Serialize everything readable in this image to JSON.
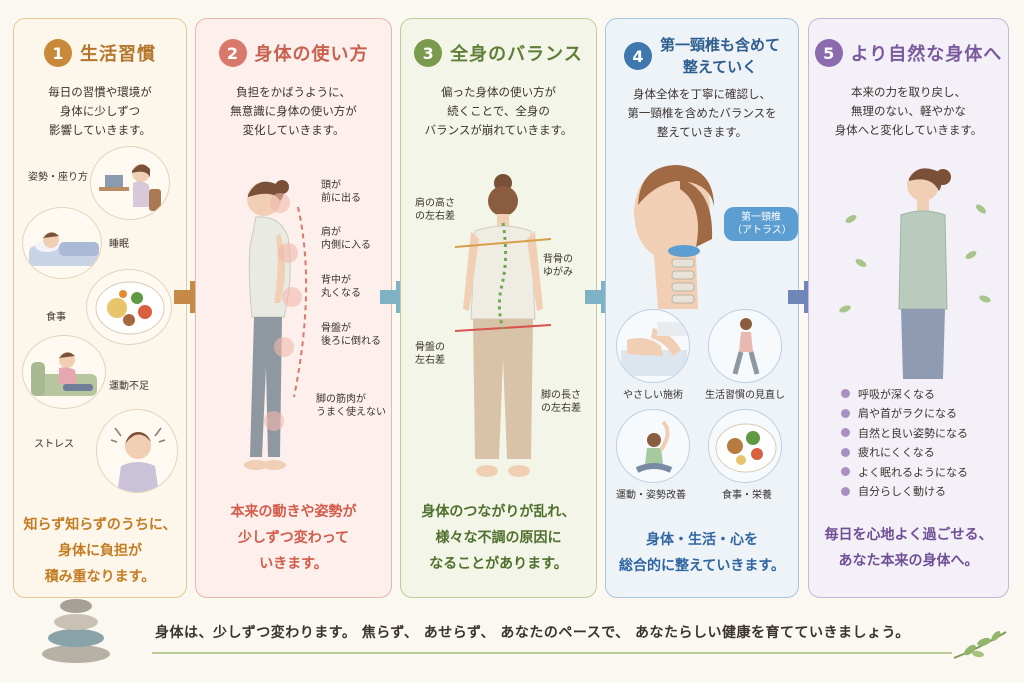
{
  "steps": [
    {
      "number": "1",
      "title": "生活習慣",
      "desc": [
        "毎日の習慣や環境が",
        "身体に少しずつ",
        "影響していきます。"
      ],
      "labels": [
        "姿勢・座り方",
        "睡眠",
        "食事",
        "運動不足",
        "ストレス"
      ],
      "bottom": [
        "知らず知らずのうちに、",
        "身体に負担が",
        "積み重なります。"
      ]
    },
    {
      "number": "2",
      "title": "身体の使い方",
      "desc": [
        "負担をかばうように、",
        "無意識に身体の使い方が",
        "変化していきます。"
      ],
      "labels": [
        [
          "頭が",
          "前に出る"
        ],
        [
          "肩が",
          "内側に入る"
        ],
        [
          "背中が",
          "丸くなる"
        ],
        [
          "骨盤が",
          "後ろに倒れる"
        ],
        [
          "脚の筋肉が",
          "うまく使えない"
        ]
      ],
      "bottom": [
        "本来の動きや姿勢が",
        "少しずつ変わって",
        "いきます。"
      ]
    },
    {
      "number": "3",
      "title": "全身のバランス",
      "desc": [
        "偏った身体の使い方が",
        "続くことで、全身の",
        "バランスが崩れていきます。"
      ],
      "labels": [
        [
          "肩の高さ",
          "の左右差"
        ],
        [
          "背骨の",
          "ゆがみ"
        ],
        [
          "骨盤の",
          "左右差"
        ],
        [
          "脚の長さ",
          "の左右差"
        ]
      ],
      "bottom": [
        "身体のつながりが乱れ、",
        "様々な不調の原因に",
        "なることがあります。"
      ]
    },
    {
      "number": "4",
      "title": [
        "第一頸椎も含めて",
        "整えていく"
      ],
      "desc": [
        "身体全体を丁寧に確認し、",
        "第一頸椎を含めたバランスを",
        "整えていきます。"
      ],
      "badge": [
        "第一頸椎",
        "（アトラス）"
      ],
      "labels": [
        "やさしい施術",
        "生活習慣の見直し",
        "運動・姿勢改善",
        "食事・栄養"
      ],
      "bottom": [
        "身体・生活・心を",
        "総合的に整えていきます。"
      ]
    },
    {
      "number": "5",
      "title": "より自然な身体へ",
      "desc": [
        "本来の力を取り戻し、",
        "無理のない、軽やかな",
        "身体へと変化していきます。"
      ],
      "benefits": [
        "呼吸が深くなる",
        "肩や首がラクになる",
        "自然と良い姿勢になる",
        "疲れにくくなる",
        "よく眠れるようになる",
        "自分らしく動ける"
      ],
      "bottom": [
        "毎日を心地よく過ごせる、",
        "あなた本来の身体へ。"
      ]
    }
  ],
  "footer": "身体は、少しずつ変わります。 焦らず、 あせらず、 あなたのペースで、 あなたらしい健康を育てていきましょう。",
  "colors": {
    "step1": "#c8893a",
    "step2": "#d9796b",
    "step3": "#7a9a4e",
    "step4": "#3f78ad",
    "step5": "#8c6aae",
    "arrow1": "#c48a46",
    "arrow2": "#7fb2c4",
    "arrow3": "#6e86b8"
  }
}
